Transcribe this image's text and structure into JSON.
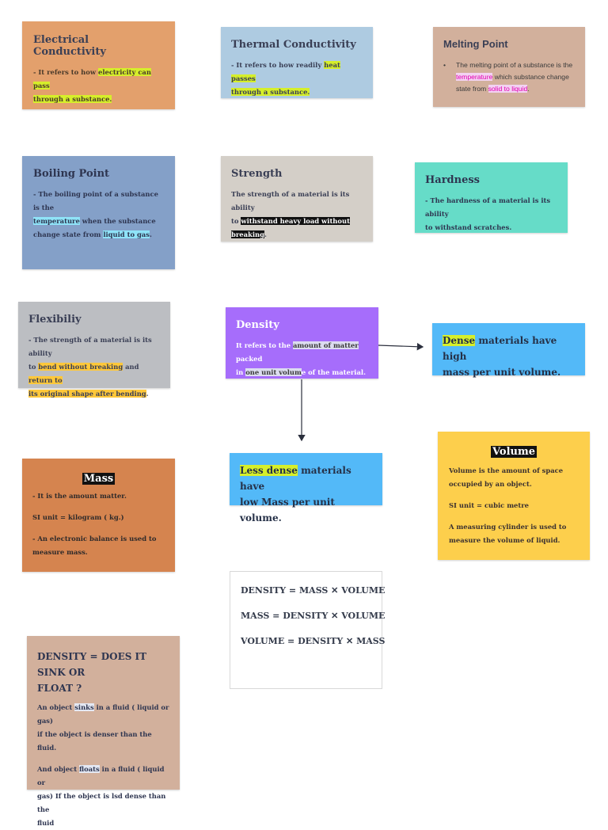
{
  "colors": {
    "electrical": "#e3a06c",
    "thermal": "#aecbe1",
    "melting": "#d2b09c",
    "boiling": "#84a0c8",
    "strength": "#d4cfc8",
    "hardness": "#66dcc8",
    "flexibility": "#bcbec2",
    "density": "#a66dfb",
    "dense": "#53b9f8",
    "less_dense": "#53b9f8",
    "volume": "#fdcf4c",
    "mass": "#d5844f",
    "sink_float": "#d2b09c",
    "formulas": "#ffffff"
  },
  "electrical": {
    "title": "Electrical Conductivity",
    "t1": "- It refers to how ",
    "h1": "electricity can pass",
    "h2": "through a substance."
  },
  "thermal": {
    "title": "Thermal Conductivity",
    "t1": "- It refers to how readily ",
    "h1": "heat passes",
    "h2": "through a substance."
  },
  "melting": {
    "title": "Melting Point",
    "bullet": "•",
    "t1": "The melting point of a substance is the",
    "h1": "temperature",
    "t2": " which substance change",
    "t3": "state from ",
    "h2": "solid to liquid",
    "t4": "."
  },
  "boiling": {
    "title": "Boiling Point",
    "t1": "- The boiling point of a substance is the",
    "h1": "temperature",
    "t2": " when the substance",
    "t3": "change state from ",
    "h2": "liquid to gas",
    "t4": "."
  },
  "strength": {
    "title": "Strength",
    "t1": "The strength of a material is its ability",
    "t2": "to ",
    "h1": "withstand heavy load without",
    "h2": "breaking",
    "t3": "."
  },
  "hardness": {
    "title": "Hardness",
    "t1": "- The hardness of a material is its ability",
    "t2": "to withstand scratches."
  },
  "flexibility": {
    "title": "Flexibiliy",
    "t1": "- The strength of a material is its ability",
    "t2": "to ",
    "h1": "bend without breaking",
    "t3": " and ",
    "h2": "return to",
    "h3": "its original shape after bending",
    "t4": "."
  },
  "density": {
    "title": "Density",
    "t1": "It refers to the ",
    "h1": "amount of matter",
    "t2": " packed",
    "t3": "in ",
    "h2": "one unit volum",
    "t4": "e of the material."
  },
  "dense": {
    "h1": "Dense",
    "t1": " materials have high",
    "t2": "mass per unit volume."
  },
  "less_dense": {
    "h1": "Less dense",
    "t1": " materials have",
    "t2": "low Mass per unit volume."
  },
  "volume": {
    "title": "Volume",
    "p1a": " Volume is the amount of space",
    "p1b": "occupied by an object.",
    "p2": "SI unit =  cubic metre",
    "p3a": "A measuring cylinder is used to",
    "p3b": "measure the volume of liquid."
  },
  "mass": {
    "title": "Mass",
    "p1": "- It is the amount matter.",
    "p2": "SI unit = kilogram ( kg.)",
    "p3a": "- An electronic balance is used to",
    "p3b": "measure mass."
  },
  "formulas": {
    "f1": "DENSITY = MASS  ✕ VOLUME",
    "f2": "MASS = DENSITY  ✕  VOLUME",
    "f3": "VOLUME = DENSITY  ✕  MASS"
  },
  "sink_float": {
    "title1": "DENSITY = DOES IT SINK OR",
    "title2": "FLOAT ?",
    "p1a": "An  object  ",
    "p1h": "sinks",
    "p1b": " in a fluid ( liquid or gas)",
    "p1c": "if the object is denser than the fluid.",
    "p2a": "And object ",
    "p2h": "floats",
    "p2b": " in a fluid ( liquid or",
    "p2c": "gas) If the object is lsd dense than the",
    "p2d": "fluid"
  }
}
